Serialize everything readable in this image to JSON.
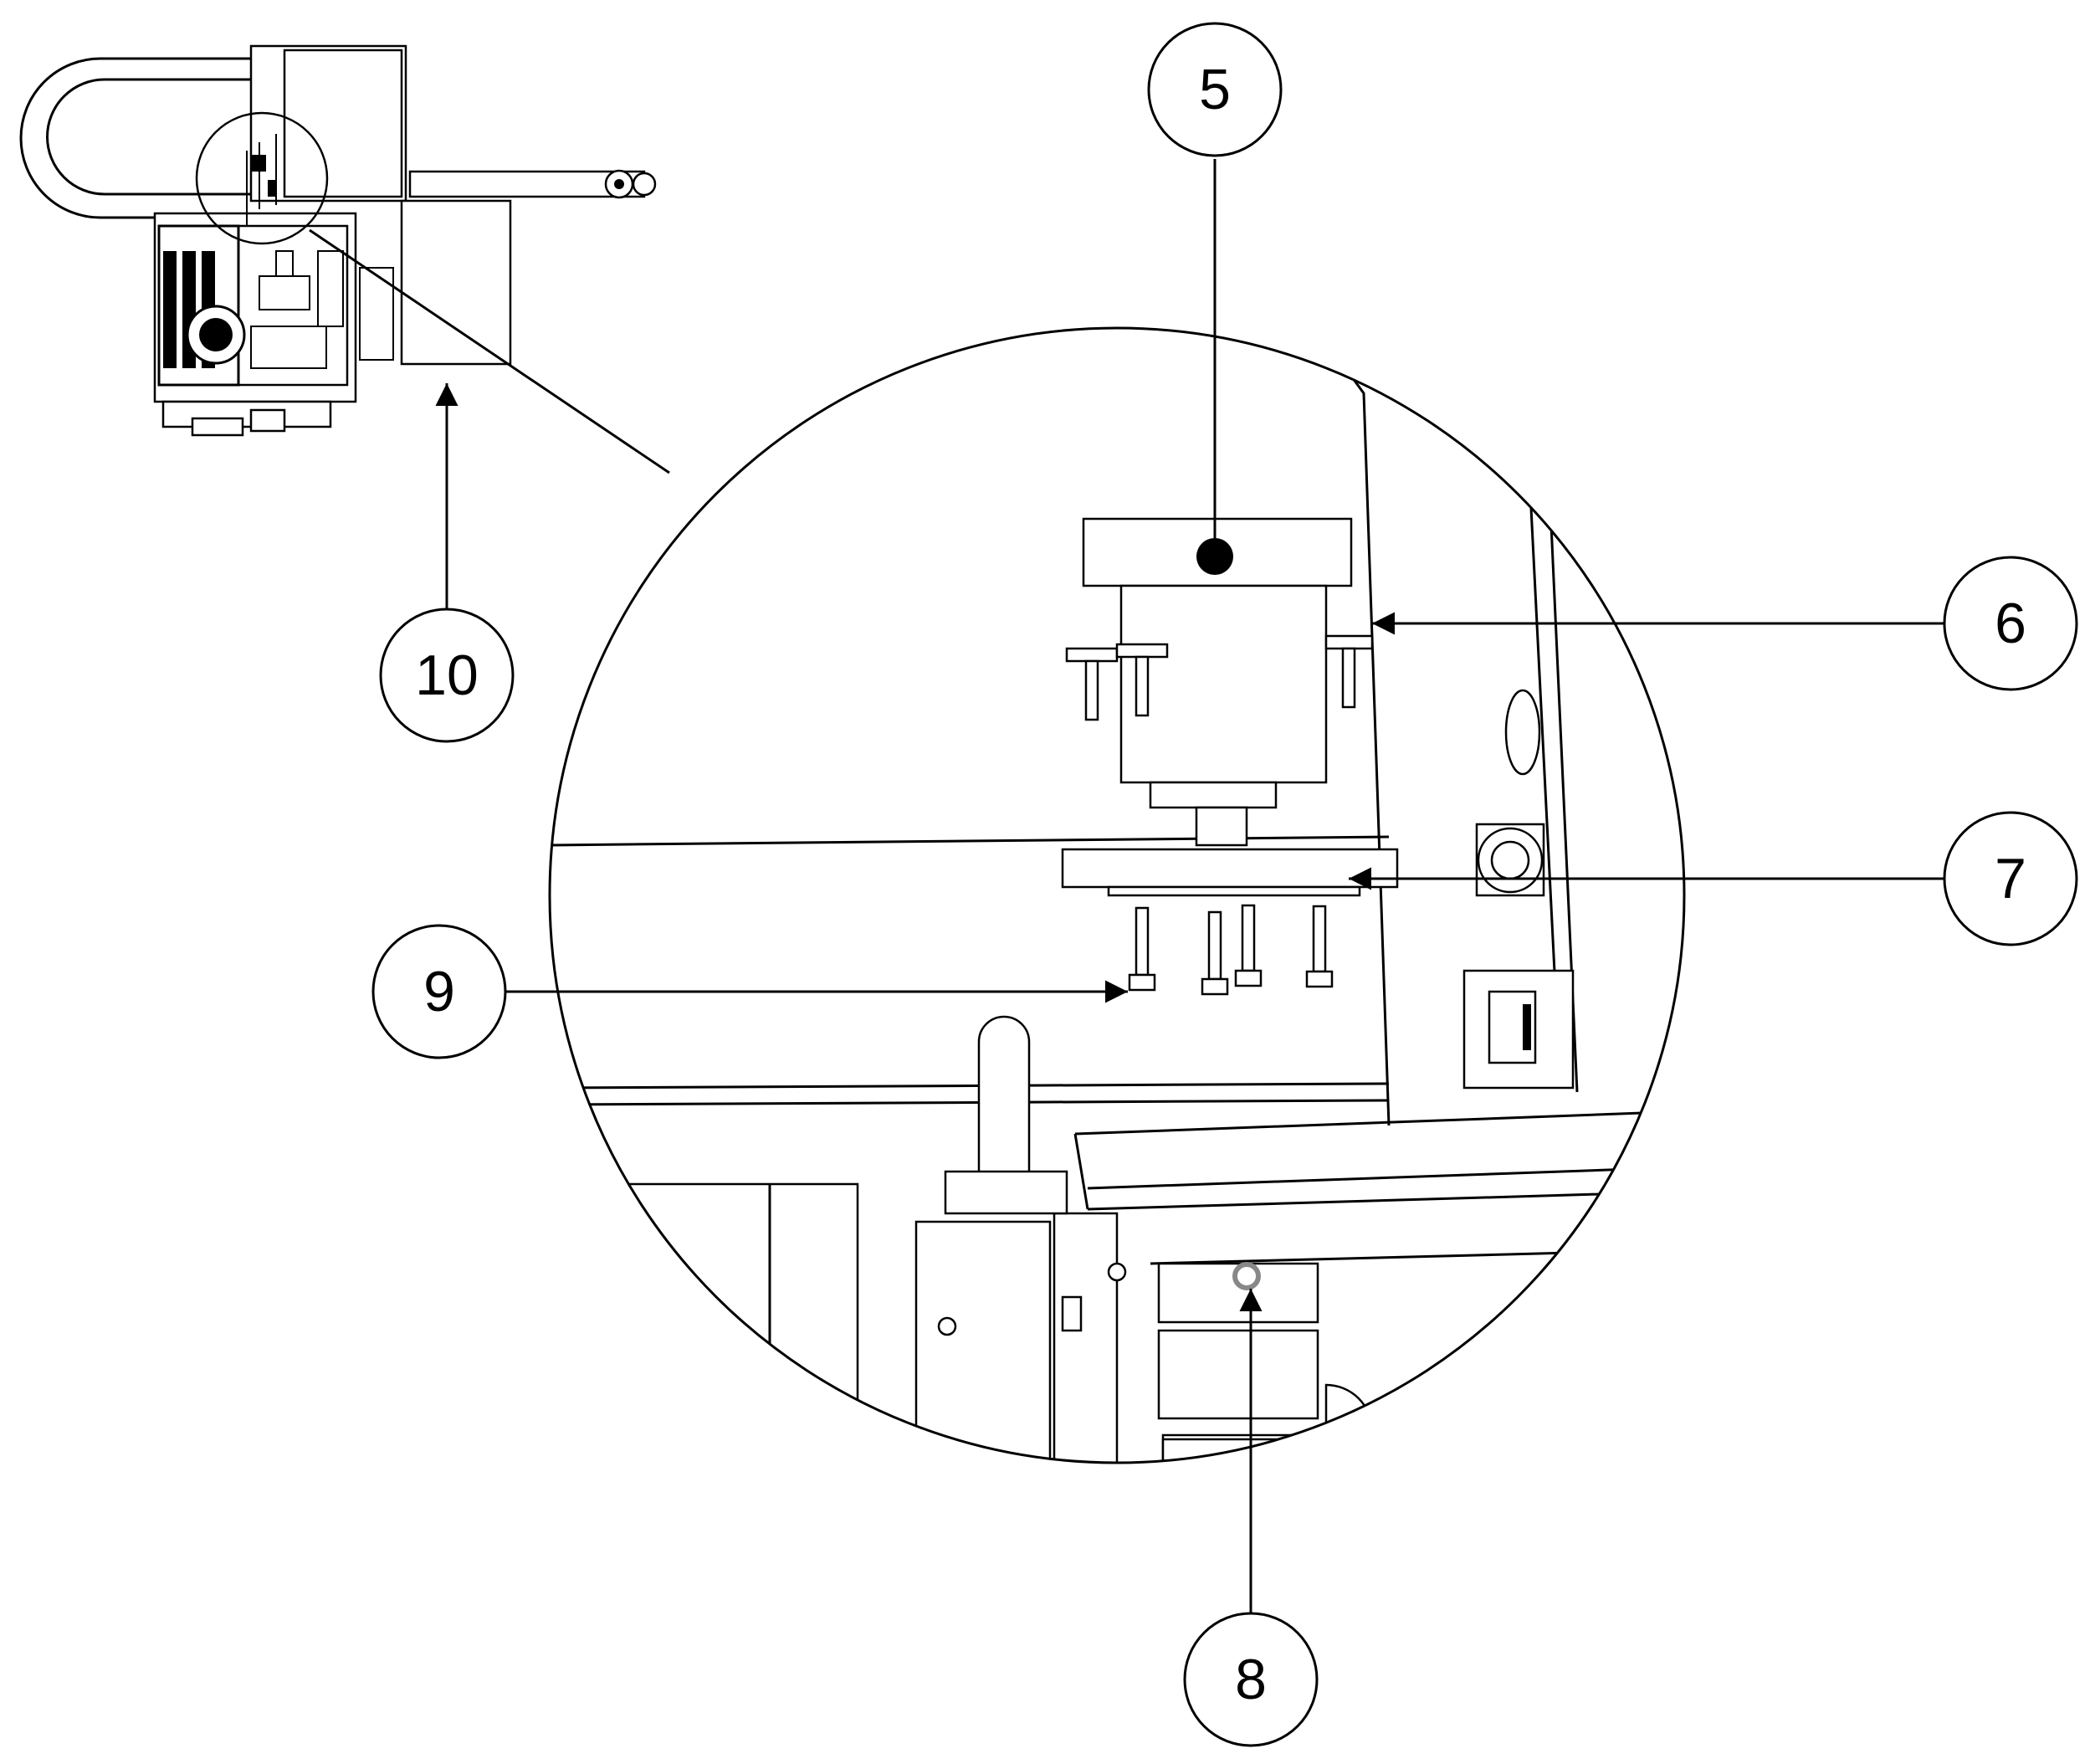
{
  "callouts": {
    "c5": "5",
    "c6": "6",
    "c7": "7",
    "c8": "8",
    "c9": "9",
    "c10": "10"
  },
  "colors": {
    "line": "#000000",
    "background": "#ffffff",
    "marker_ring": "#888888"
  }
}
